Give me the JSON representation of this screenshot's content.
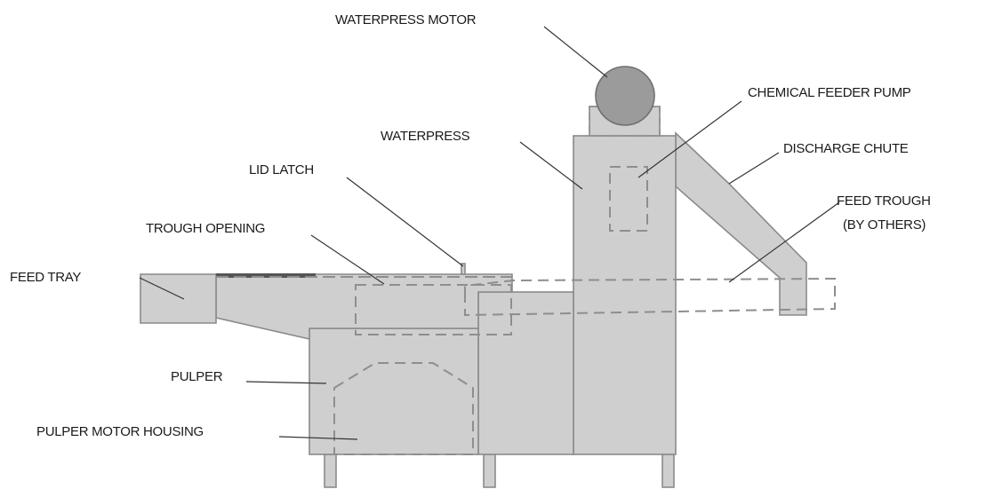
{
  "diagram": {
    "labels": {
      "waterpress_motor": "WATERPRESS MOTOR",
      "chemical_feeder_pump": "CHEMICAL FEEDER PUMP",
      "waterpress": "WATERPRESS",
      "discharge_chute": "DISCHARGE CHUTE",
      "lid_latch": "LID LATCH",
      "trough_opening": "TROUGH OPENING",
      "feed_trough_line1": "FEED TROUGH",
      "feed_trough_line2": "(BY OTHERS)",
      "feed_tray": "FEED TRAY",
      "pulper": "PULPER",
      "pulper_motor_housing": "PULPER MOTOR HOUSING"
    },
    "colors": {
      "body_fill": "#cfcfcf",
      "body_stroke": "#8a8a8a",
      "motor_fill": "#9b9b9b",
      "dashed_stroke": "#8e8e8e",
      "leader_stroke": "#333333",
      "text": "#1a1a1a"
    }
  }
}
